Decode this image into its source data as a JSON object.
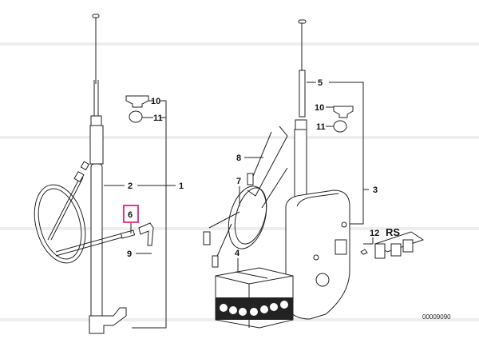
{
  "diagram": {
    "labels": {
      "p1": "1",
      "p2": "2",
      "p3": "3",
      "p4": "4",
      "p5": "5",
      "p6": "6",
      "p7": "7",
      "p8": "8",
      "p9": "9",
      "p10a": "10",
      "p11a": "11",
      "p10b": "10",
      "p11b": "11",
      "p12": "12",
      "rs": "RS"
    },
    "highlight_color": "#e0267d",
    "drawing_code": "00009090"
  }
}
